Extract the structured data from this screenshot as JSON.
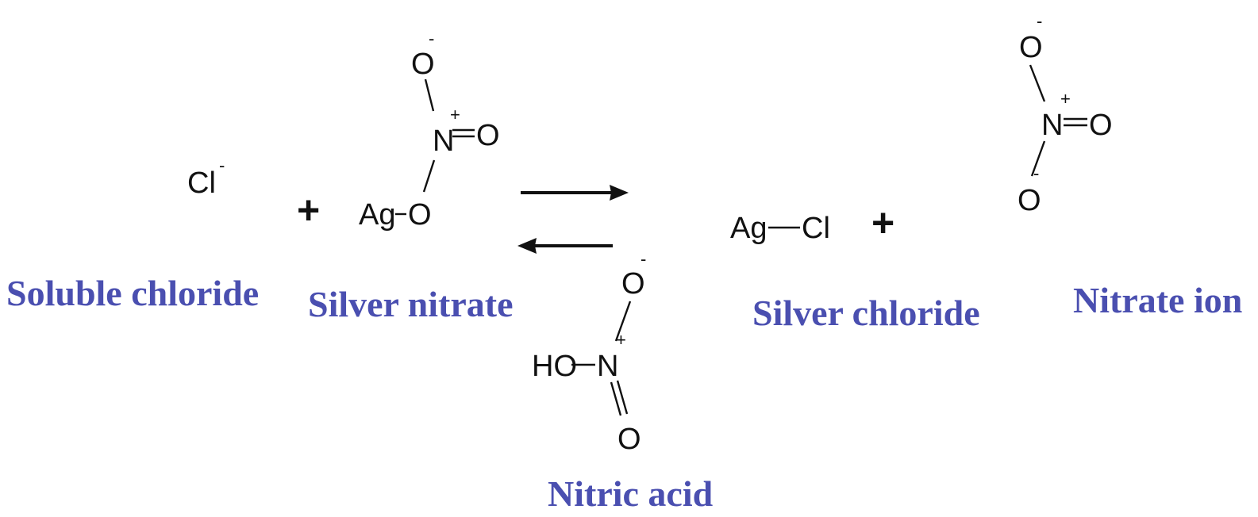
{
  "reactants": {
    "chloride": {
      "symbol": "Cl",
      "charge": "-",
      "caption": "Soluble chloride"
    },
    "plus": "+",
    "silver_nitrate": {
      "atom_ag": "Ag",
      "atom_o_bridge": "O",
      "atom_n": "N",
      "atom_o_double": "O",
      "atom_o_top": "O",
      "charge_n": "+",
      "charge_o": "-",
      "caption": "Silver nitrate"
    }
  },
  "byproduct": {
    "atom_ho": "HO",
    "atom_n": "N",
    "atom_o_top": "O",
    "atom_o_bottom": "O",
    "charge_n": "+",
    "charge_o": "-",
    "caption": "Nitric acid"
  },
  "products": {
    "silver_chloride": {
      "atom_ag": "Ag",
      "atom_cl": "Cl",
      "caption": "Silver chloride"
    },
    "plus": "+",
    "nitrate_ion": {
      "atom_o_top": "O",
      "atom_n": "N",
      "atom_o_double": "O",
      "atom_o_bottom": "O",
      "charge_n": "+",
      "charge_o_top": "-",
      "charge_o_bottom": "-",
      "caption": "Nitrate ion"
    }
  },
  "colors": {
    "caption": "#4a4fb0",
    "structure": "#111111"
  }
}
